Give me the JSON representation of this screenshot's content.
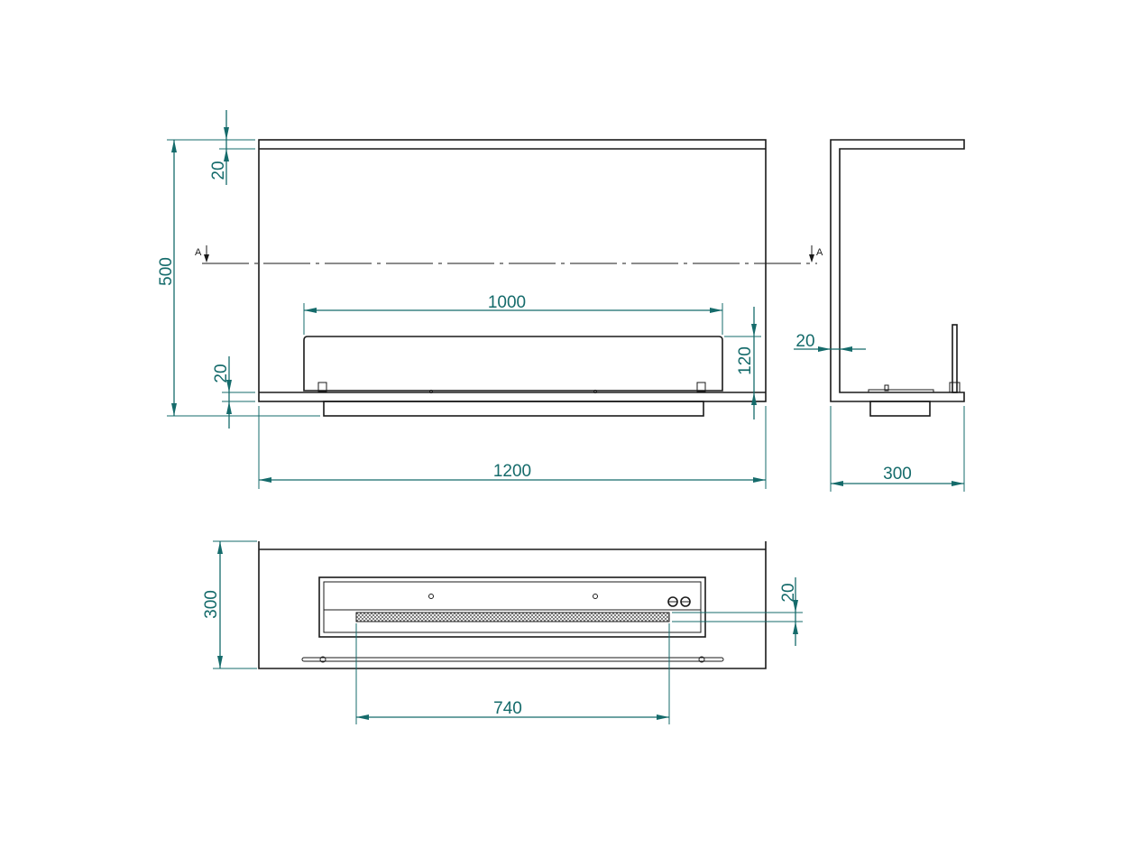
{
  "front_view": {
    "width": "1200",
    "height": "500",
    "top_thickness": "20",
    "bottom_thickness": "20",
    "burner_length": "1000",
    "glass_height": "120"
  },
  "side_view": {
    "depth": "300",
    "wall_thickness": "20"
  },
  "top_view": {
    "depth": "300",
    "burner_slot_length": "740",
    "slot_width": "20"
  },
  "section": {
    "left_marker": "A",
    "right_marker": "A"
  }
}
